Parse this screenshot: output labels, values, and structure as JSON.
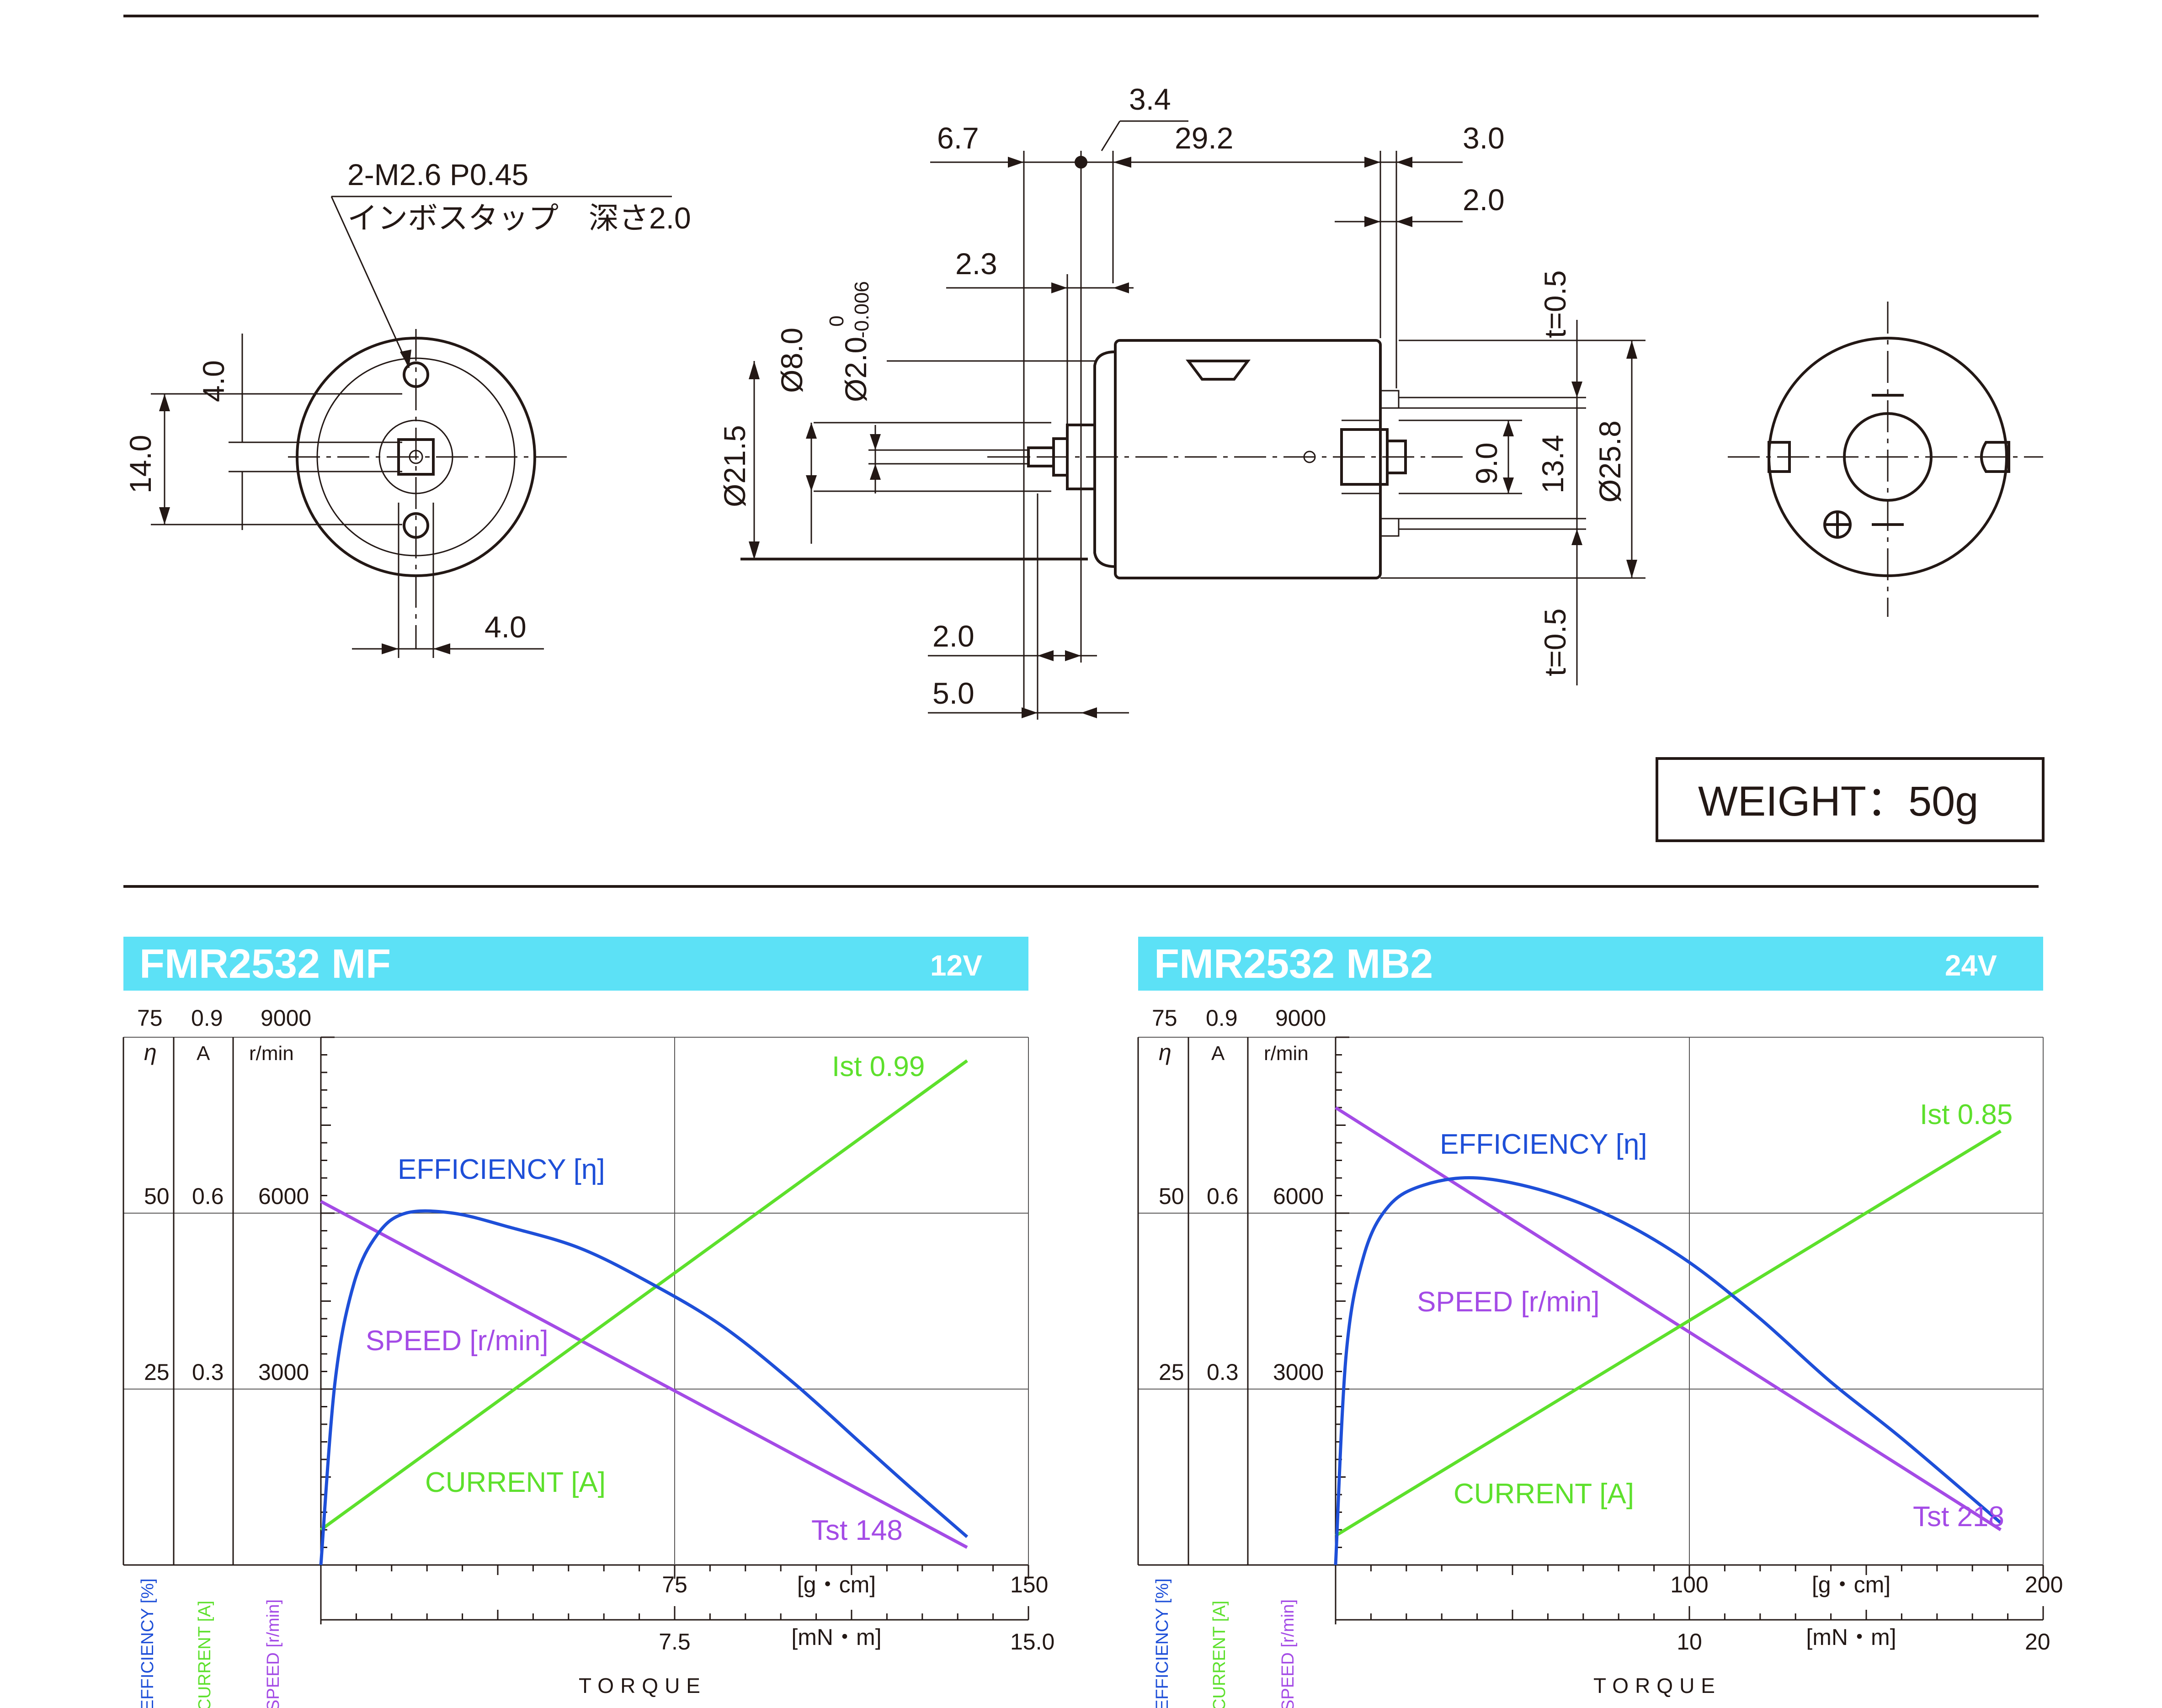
{
  "drawing": {
    "note_line1": "2-M2.6 P0.45",
    "note_line2": "インボスタップ　深さ2.0",
    "front_dims": {
      "hole_offset": "4.0",
      "hole_pitch": "14.0",
      "width_bottom": "4.0"
    },
    "side_dims": {
      "d1": "6.7",
      "d2": "3.4",
      "d3": "29.2",
      "d4": "3.0",
      "d5": "2.0",
      "d6": "2.3",
      "shaft_dia": "Ø2.0",
      "shaft_tol_top": "0",
      "shaft_tol_bottom": "-0.006",
      "boss_dia": "Ø8.0",
      "flange_dia": "Ø21.5",
      "t_top": "t=0.5",
      "t_bottom": "t=0.5",
      "term_gap": "9.0",
      "term_span": "13.4",
      "body_dia": "Ø25.8",
      "bottom_a": "2.0",
      "bottom_b": "5.0"
    },
    "weight": "WEIGHT：50g"
  },
  "charts": [
    {
      "title": "FMR2532 MF",
      "voltage": "12V",
      "axis_tops": {
        "eta": "75",
        "amp": "0.9",
        "rpm": "9000"
      },
      "axis_units": {
        "eta": "η",
        "amp": "A",
        "rpm": "r/min"
      },
      "mid_ticks": [
        [
          "50",
          "0.6",
          "6000"
        ],
        [
          "25",
          "0.3",
          "3000"
        ]
      ],
      "x_gcm_ticks": [
        "75",
        "150"
      ],
      "x_gcm_unit": "[g・cm]",
      "x_mnm_ticks": [
        "7.5",
        "15.0"
      ],
      "x_mnm_unit": "[mN・m]",
      "x_title": "TORQUE",
      "left_labels": [
        "EFFICIENCY [%]",
        "CURRENT [A]",
        "SPEED [r/min]"
      ],
      "labels": {
        "efficiency": "EFFICIENCY [η]",
        "speed": "SPEED [r/min]",
        "current": "CURRENT [A]",
        "ist": "Ist 0.99",
        "tst": "Tst 148"
      }
    },
    {
      "title": "FMR2532 MB2",
      "voltage": "24V",
      "axis_tops": {
        "eta": "75",
        "amp": "0.9",
        "rpm": "9000"
      },
      "axis_units": {
        "eta": "η",
        "amp": "A",
        "rpm": "r/min"
      },
      "mid_ticks": [
        [
          "50",
          "0.6",
          "6000"
        ],
        [
          "25",
          "0.3",
          "3000"
        ]
      ],
      "x_gcm_ticks": [
        "100",
        "200"
      ],
      "x_gcm_unit": "[g・cm]",
      "x_mnm_ticks": [
        "10",
        "20"
      ],
      "x_mnm_unit": "[mN・m]",
      "x_title": "TORQUE",
      "left_labels": [
        "EFFICIENCY [%]",
        "CURRENT [A]",
        "SPEED [r/min]"
      ],
      "labels": {
        "efficiency": "EFFICIENCY [η]",
        "speed": "SPEED [r/min]",
        "current": "CURRENT [A]",
        "ist": "Ist 0.85",
        "tst": "Tst 218"
      }
    }
  ],
  "chart_data": [
    {
      "type": "line",
      "title": "FMR2532 MF",
      "xlabel": "TORQUE",
      "xunit": "g・cm",
      "xlim": [
        0,
        150
      ],
      "series": [
        {
          "name": "SPEED [r/min]",
          "unit": "r/min",
          "x": [
            0,
            137
          ],
          "y": [
            6200,
            300
          ]
        },
        {
          "name": "CURRENT [A]",
          "unit": "A",
          "x": [
            0,
            137
          ],
          "y": [
            0.06,
            0.86
          ]
        },
        {
          "name": "EFFICIENCY [η]",
          "unit": "%",
          "x": [
            0,
            3,
            7,
            12,
            18,
            28,
            40,
            55,
            70,
            85,
            100,
            115,
            125,
            137
          ],
          "y": [
            0,
            26,
            40,
            47,
            50,
            50,
            48,
            45,
            40,
            34,
            26,
            17,
            11,
            4
          ]
        }
      ],
      "annotations": [
        "Ist 0.99",
        "Tst 148"
      ],
      "colors": {
        "efficiency": "#1E4FD8",
        "speed": "#A44BE6",
        "current": "#5DE02C"
      }
    },
    {
      "type": "line",
      "title": "FMR2532 MB2",
      "xlabel": "TORQUE",
      "xunit": "g・cm",
      "xlim": [
        0,
        200
      ],
      "series": [
        {
          "name": "SPEED [r/min]",
          "unit": "r/min",
          "x": [
            0,
            188
          ],
          "y": [
            7800,
            600
          ]
        },
        {
          "name": "CURRENT [A]",
          "unit": "A",
          "x": [
            0,
            188
          ],
          "y": [
            0.05,
            0.74
          ]
        },
        {
          "name": "EFFICIENCY [η]",
          "unit": "%",
          "x": [
            0,
            3,
            8,
            15,
            25,
            40,
            60,
            80,
            100,
            120,
            140,
            160,
            188
          ],
          "y": [
            0,
            30,
            44,
            51,
            54,
            55,
            53,
            49,
            43,
            35,
            26,
            18,
            6
          ]
        }
      ],
      "annotations": [
        "Ist 0.85",
        "Tst 218"
      ],
      "colors": {
        "efficiency": "#1E4FD8",
        "speed": "#A44BE6",
        "current": "#5DE02C"
      }
    }
  ]
}
